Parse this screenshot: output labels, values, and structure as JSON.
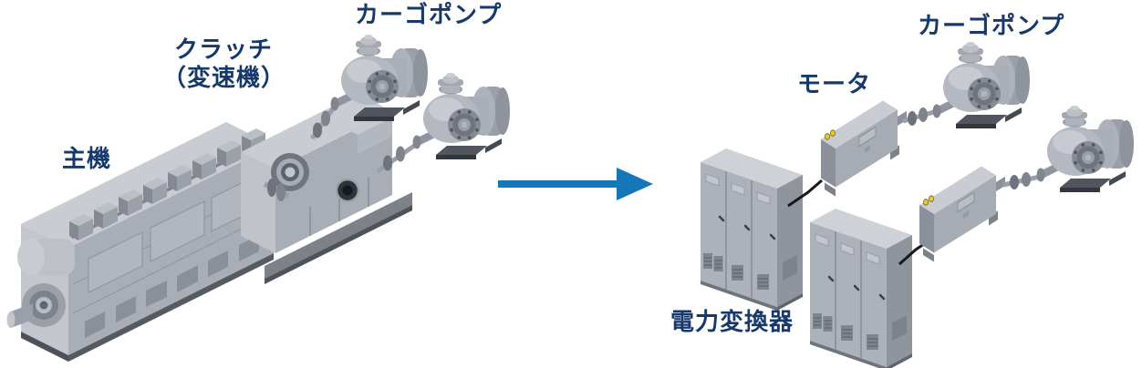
{
  "diagram": {
    "left_system": {
      "name": "engine-direct-drive",
      "main_engine_label": "主機",
      "clutch_label_line1": "クラッチ",
      "clutch_label_line2": "（変速機）",
      "cargo_pump_label": "カーゴポンプ",
      "cargo_pump_count": 2
    },
    "arrow": {
      "direction": "right"
    },
    "right_system": {
      "name": "electric-drive",
      "motor_label": "モータ",
      "cargo_pump_label": "カーゴポンプ",
      "power_converter_label": "電力変換器",
      "cargo_pump_count": 2,
      "motor_count": 2,
      "converter_cabinet_group_count": 2
    }
  },
  "colors": {
    "background": "#ffffff",
    "label_text": "#17386b",
    "arrow": "#1577b8",
    "machinery_light": "#c9ccd2",
    "machinery_mid": "#a9adb6",
    "machinery_dark": "#878c96",
    "cable": "#17191c",
    "motor_terminal": "#e6c832"
  }
}
